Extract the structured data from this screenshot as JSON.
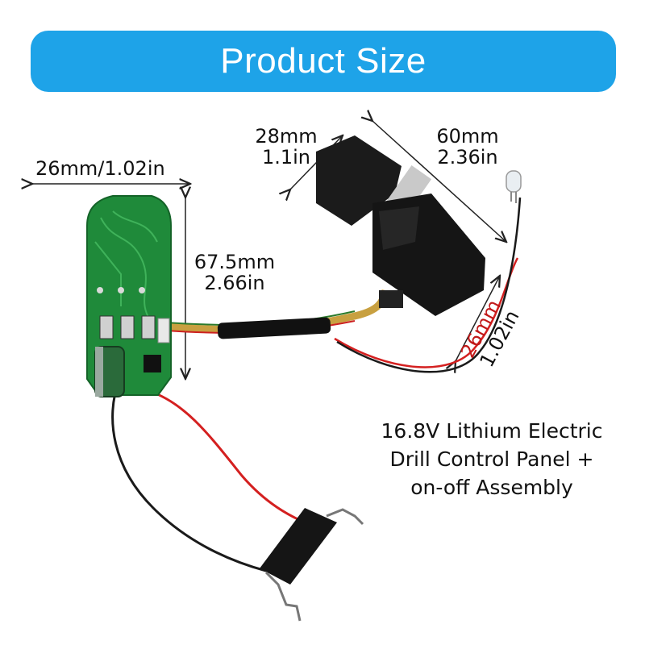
{
  "banner": {
    "title": "Product Size"
  },
  "dimensions": {
    "pcb_width": "26mm/1.02in",
    "pcb_height_mm": "67.5mm",
    "pcb_height_in": "2.66in",
    "switch_width_mm": "28mm",
    "switch_width_in": "1.1in",
    "switch_length_mm": "60mm",
    "switch_length_in": "2.36in",
    "switch_depth_mm": "26mm",
    "switch_depth_in": "1.02in"
  },
  "description": {
    "line1": "16.8V Lithium Electric",
    "line2": "Drill Control Panel +",
    "line3": "on-off Assembly"
  },
  "colors": {
    "banner": "#1ea3e8",
    "pcb": "#1f8a3a",
    "wire_red": "#d42020",
    "wire_black": "#1a1a1a"
  }
}
